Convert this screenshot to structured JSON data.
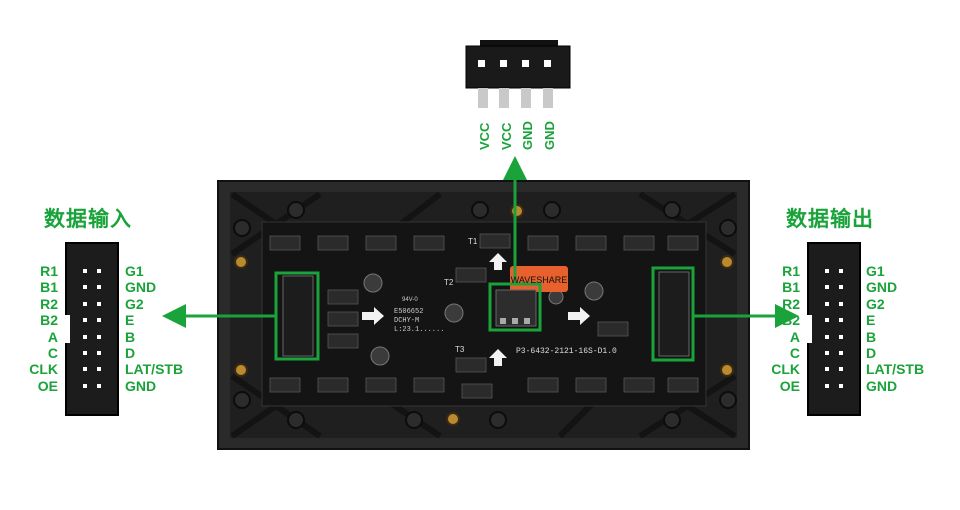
{
  "input": {
    "title": "数据输入",
    "left_pins": [
      "R1",
      "B1",
      "R2",
      "B2",
      "A",
      "C",
      "CLK",
      "OE"
    ],
    "right_pins": [
      "G1",
      "GND",
      "G2",
      "E",
      "B",
      "D",
      "LAT/STB",
      "GND"
    ]
  },
  "output": {
    "title": "数据输出",
    "left_pins": [
      "R1",
      "B1",
      "R2",
      "B2",
      "A",
      "C",
      "CLK",
      "OE"
    ],
    "right_pins": [
      "G1",
      "GND",
      "G2",
      "E",
      "B",
      "D",
      "LAT/STB",
      "GND"
    ]
  },
  "power": {
    "pins": [
      "VCC",
      "VCC",
      "GND",
      "GND"
    ]
  },
  "board": {
    "label_brand": "WAVESHARE",
    "label_model": "P3-6432-2121-16S-D1.0",
    "label_t1": "T1",
    "label_t2": "T2",
    "label_t3": "T3",
    "label_cert": "94V-0",
    "label_code1": "E506652",
    "label_code2": "DCHY-M",
    "label_date": "L:23.1......"
  },
  "colors": {
    "accent": "#1aa33a",
    "board": "#1b1b1b",
    "frame": "#2a2a2a",
    "label": "#e8602c"
  }
}
